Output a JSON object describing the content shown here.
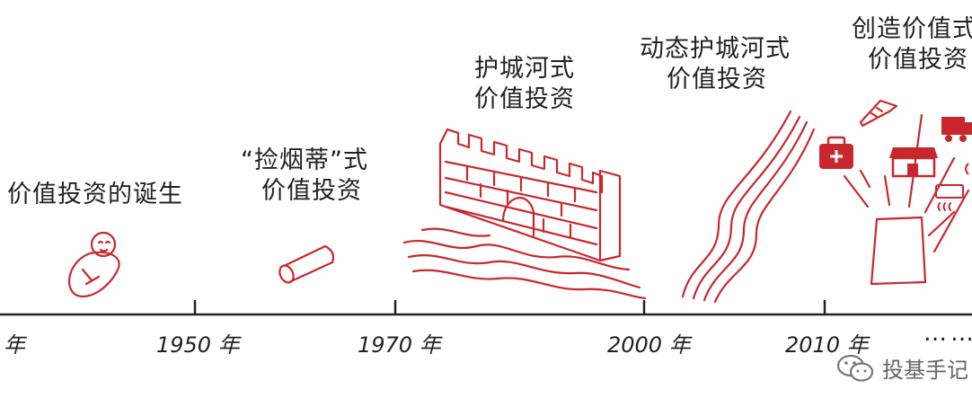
{
  "timeline": {
    "years": [
      {
        "label": "年"
      },
      {
        "label": "1950 年"
      },
      {
        "label": "1970 年"
      },
      {
        "label": "2000 年"
      },
      {
        "label": "2010 年"
      }
    ],
    "continuation": "……"
  },
  "eras": [
    {
      "line1": "价值投资的诞生",
      "line2": ""
    },
    {
      "line1": "“捡烟蒂”式",
      "line2": "价值投资"
    },
    {
      "line1": "护城河式",
      "line2": "价值投资"
    },
    {
      "line1": "动态护城河式",
      "line2": "价值投资"
    },
    {
      "line1": "创造价值式",
      "line2": "价值投资"
    }
  ],
  "watermark": {
    "text": "投基手记",
    "icon": "wechat-icon"
  },
  "colors": {
    "accent": "#c8282d",
    "ink": "#222222"
  }
}
